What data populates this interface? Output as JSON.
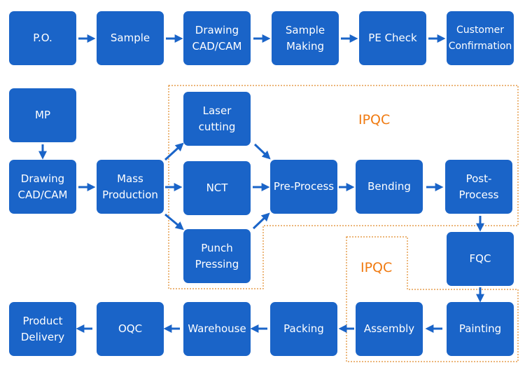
{
  "row1": {
    "po": "P.O.",
    "sample": "Sample",
    "drawing": "Drawing\nCAD/CAM",
    "sample_making": "Sample\nMaking",
    "pe_check": "PE Check",
    "customer_confirmation": "Customer\nConfirmation"
  },
  "row2": {
    "mp": "MP",
    "drawing": "Drawing\nCAD/CAM",
    "mass_production": "Mass\nProduction",
    "laser_cutting": "Laser\ncutting",
    "nct": "NCT",
    "punch_pressing": "Punch\nPressing",
    "pre_process": "Pre-Process",
    "bending": "Bending",
    "post_process": "Post-\nProcess"
  },
  "row3": {
    "fqc": "FQC",
    "painting": "Painting",
    "assembly": "Assembly",
    "packing": "Packing",
    "warehouse": "Warehouse",
    "oqc": "OQC",
    "product_delivery": "Product\nDelivery"
  },
  "regions": {
    "ipqc_upper": "IPQC",
    "ipqc_lower": "IPQC"
  },
  "colors": {
    "box": "#1a64c8",
    "arrow": "#1a64c8",
    "region_border": "#e08a2a",
    "region_label": "#f07a10"
  }
}
